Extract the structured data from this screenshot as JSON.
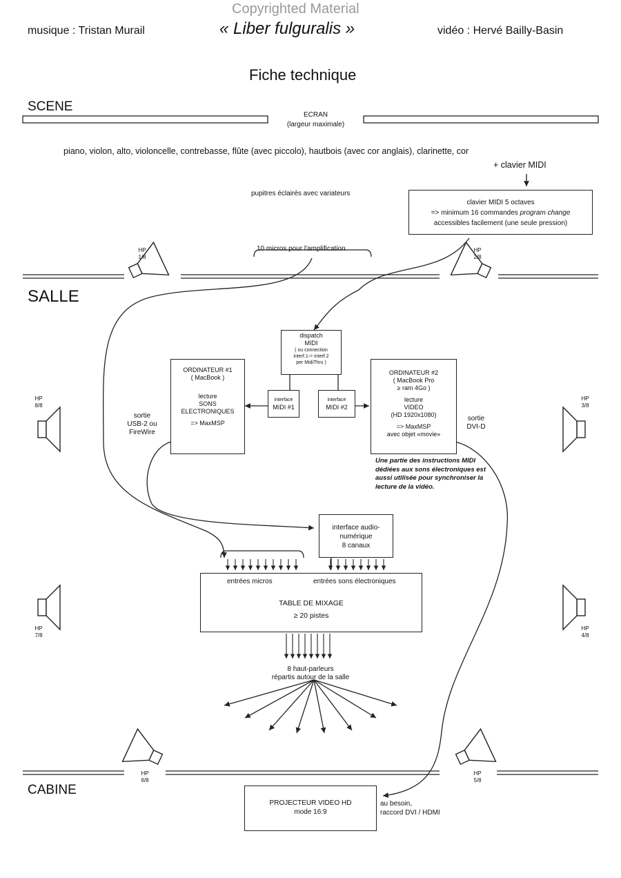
{
  "watermark": "Copyrighted Material",
  "header": {
    "composer": "musique : Tristan Murail",
    "title": "« Liber fulguralis »",
    "video": "vidéo : Hervé Bailly-Basin"
  },
  "subtitle": "Fiche technique",
  "sections": {
    "scene": "SCENE",
    "salle": "SALLE",
    "cabine": "CABINE"
  },
  "screen": {
    "line1": "ECRAN",
    "line2": "(largeur maximale)"
  },
  "instruments": {
    "line1": "piano, violon, alto, violoncelle, contrebasse, flûte (avec piccolo), hautbois (avec cor anglais), clarinette, cor",
    "line2": "+ clavier MIDI"
  },
  "pupitres": "pupitres éclairés avec variateurs",
  "micros": "10 micros pour l'amplification",
  "clavier_box": {
    "line1": "clavier MIDI 5 octaves",
    "line2a": "=> minimum 16 commandes ",
    "line2b": "program change",
    "line3": "accessibles facilement (une seule pression)"
  },
  "speakers": [
    {
      "id": "hp1",
      "label": "HP",
      "num": "1/8"
    },
    {
      "id": "hp2",
      "label": "HP",
      "num": "2/8"
    },
    {
      "id": "hp3",
      "label": "HP",
      "num": "3/8"
    },
    {
      "id": "hp4",
      "label": "HP",
      "num": "4/8"
    },
    {
      "id": "hp5",
      "label": "HP",
      "num": "5/8"
    },
    {
      "id": "hp6",
      "label": "HP",
      "num": "6/8"
    },
    {
      "id": "hp7",
      "label": "HP",
      "num": "7/8"
    },
    {
      "id": "hp8",
      "label": "HP",
      "num": "8/8"
    }
  ],
  "dispatch": {
    "l1": "dispatch",
    "l2": "MIDI",
    "l3": "( ou connection",
    "l4": "interf.1-> interf.2",
    "l5": "per MidiThru )"
  },
  "ordi1": {
    "l1": "ORDINATEUR #1",
    "l2": "( MacBook )",
    "l3": "lecture",
    "l4": "SONS",
    "l5": "ELECTRONIQUES",
    "l6": "=> MaxMSP"
  },
  "ordi2": {
    "l1": "ORDINATEUR #2",
    "l2": "( MacBook Pro",
    "l3": "≥ ram 4Go )",
    "l4": "lecture",
    "l5": "VIDEO",
    "l6": "(HD 1920x1080)",
    "l7": "=> MaxMSP",
    "l8": "avec objet «movie»"
  },
  "midi1": {
    "l1": "interface",
    "l2": "MIDI #1"
  },
  "midi2": {
    "l1": "interface",
    "l2": "MIDI #2"
  },
  "sortie_usb": {
    "l1": "sortie",
    "l2": "USB-2 ou",
    "l3": "FireWire"
  },
  "sortie_dvi": {
    "l1": "sortie",
    "l2": "DVI-D"
  },
  "midi_note": {
    "l1": "Une partie des instructions MIDI",
    "l2": "dédiées aux sons électroniques est",
    "l3": "aussi utilisée pour synchroniser la",
    "l4": "lecture de la vidéo."
  },
  "audio_iface": {
    "l1": "interface audio-",
    "l2": "numérique",
    "l3": "8 canaux"
  },
  "mixer": {
    "in_micros": "entrées micros",
    "in_sons": "entrées sons électroniques",
    "title": "TABLE DE MIXAGE",
    "tracks": "≥ 20 pistes"
  },
  "hauts_parleurs": {
    "l1": "8 haut-parleurs",
    "l2": "répartis autour de la salle"
  },
  "projecteur": {
    "l1": "PROJECTEUR VIDEO HD",
    "l2": "mode 16:9"
  },
  "raccord": {
    "l1": "au besoin,",
    "l2": "raccord DVI / HDMI"
  }
}
